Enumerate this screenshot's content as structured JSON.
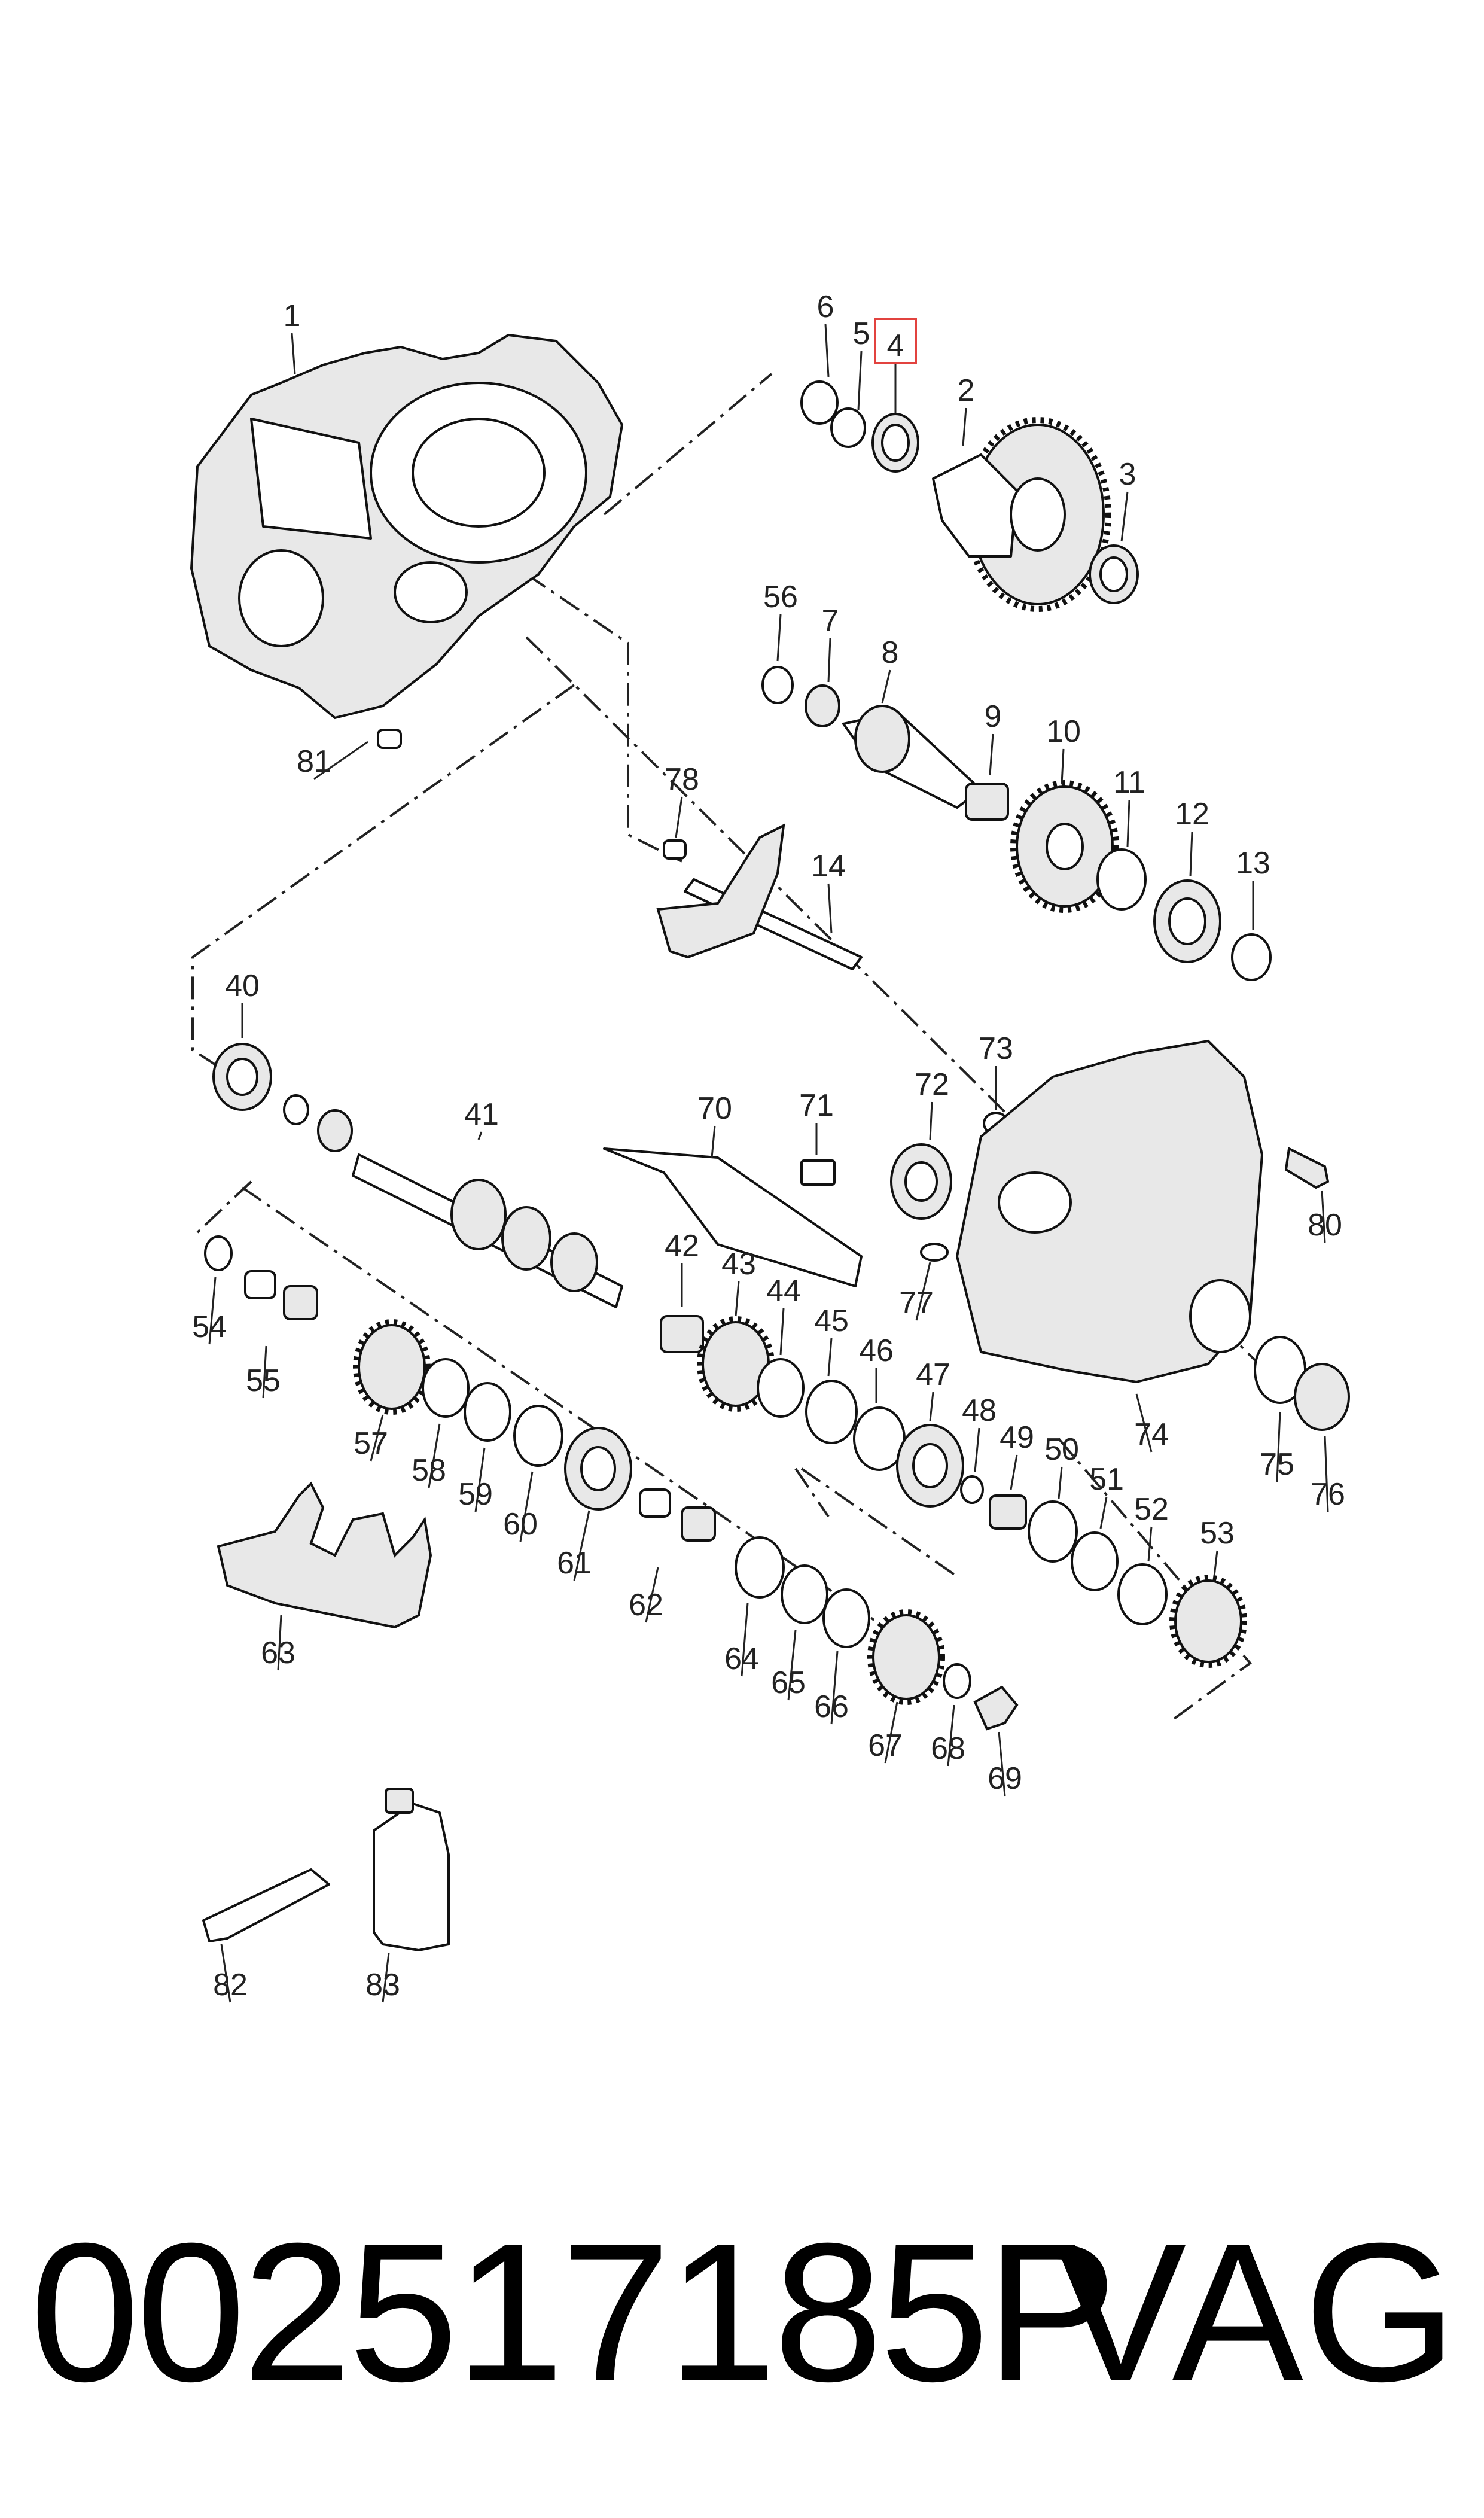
{
  "diagram": {
    "highlighted_callout": "4",
    "highlight_color": "#e2433f",
    "callouts": [
      "1",
      "2",
      "3",
      "4",
      "5",
      "6",
      "7",
      "8",
      "9",
      "10",
      "11",
      "12",
      "13",
      "14",
      "40",
      "41",
      "42",
      "43",
      "44",
      "45",
      "46",
      "47",
      "48",
      "49",
      "50",
      "51",
      "52",
      "53",
      "54",
      "55",
      "56",
      "57",
      "58",
      "59",
      "60",
      "61",
      "62",
      "63",
      "64",
      "65",
      "66",
      "67",
      "68",
      "69",
      "70",
      "71",
      "72",
      "73",
      "74",
      "75",
      "76",
      "77",
      "78",
      "80",
      "81",
      "82",
      "83"
    ]
  },
  "footer": {
    "part_number": "002517185P",
    "brand": "VAG"
  }
}
